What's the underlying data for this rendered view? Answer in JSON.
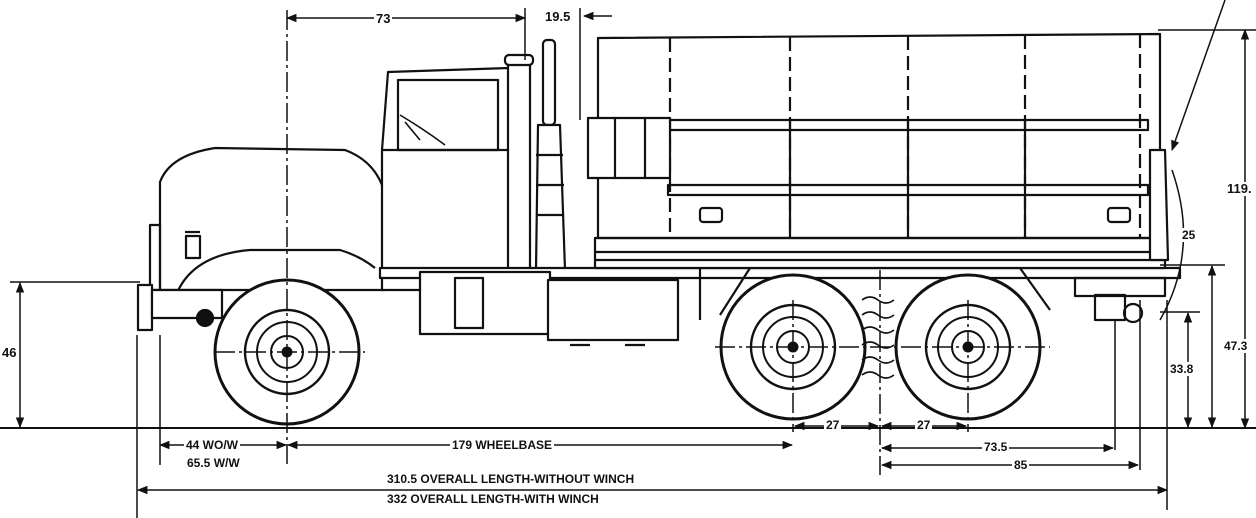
{
  "dimensions": {
    "top_cab_width": "73",
    "top_offset": "19.5",
    "overall_height": "119.",
    "departure_angle": "25",
    "frame_height_front": "46",
    "frame_height_rear": "47.3",
    "pintle_height": "33.8",
    "front_overhang_without_winch": "44 WO/W",
    "front_overhang_with_winch": "65.5 W/W",
    "wheelbase": "179 WHEELBASE",
    "axle_spacing_1": "27",
    "axle_spacing_2": "27",
    "rear_dim_1": "73.5",
    "rear_dim_2": "85",
    "overall_length_without_winch": "310.5 OVERALL LENGTH-WITHOUT WINCH",
    "overall_length_with_winch": "332 OVERALL LENGTH-WITH WINCH"
  },
  "colors": {
    "ink": "#111111",
    "paper": "#ffffff"
  }
}
